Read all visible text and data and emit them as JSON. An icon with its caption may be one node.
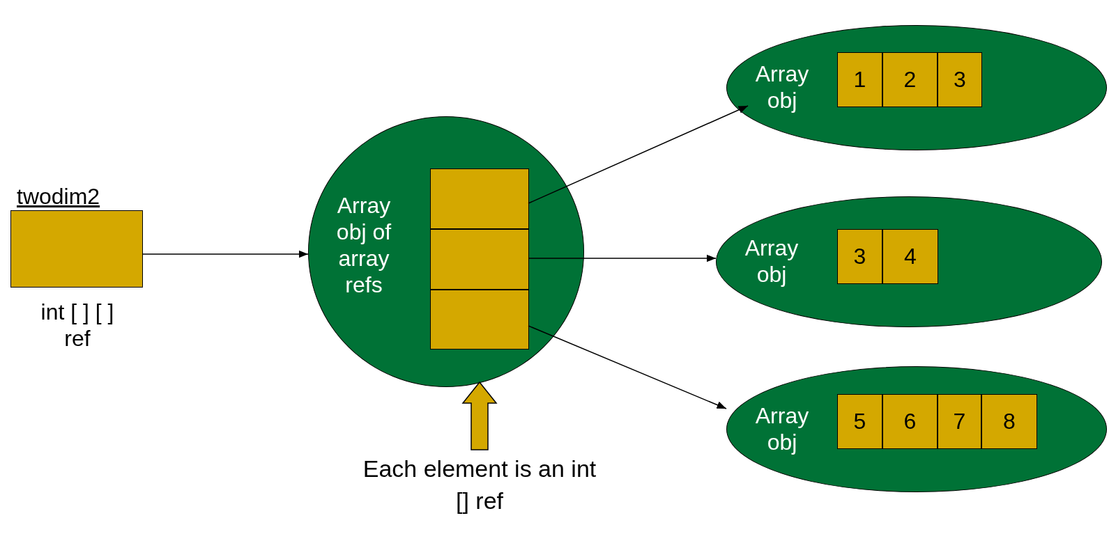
{
  "diagram": {
    "nodes": [
      {
        "text": [
          "twodim2"
        ],
        "beside": [
          "int [ ] [ ] ref"
        ]
      },
      {
        "text": [
          "Array obj of array refs"
        ]
      },
      {
        "text": [],
        "shape": "box",
        "in": 1
      },
      {
        "text": [],
        "shape": "box",
        "in": 1
      },
      {
        "text": [],
        "shape": "box",
        "in": 1
      },
      {
        "text": [
          "Array obj"
        ]
      },
      {
        "text": [
          "1"
        ],
        "in": 5
      },
      {
        "text": [
          "2"
        ],
        "in": 5
      },
      {
        "text": [
          "3"
        ],
        "in": 5
      },
      {
        "text": [
          "Array obj"
        ]
      },
      {
        "text": [
          "3"
        ],
        "in": 9
      },
      {
        "text": [
          "4"
        ],
        "in": 9
      },
      {
        "text": [
          "Array obj"
        ]
      },
      {
        "text": [
          "5"
        ],
        "in": 12
      },
      {
        "text": [
          "6"
        ],
        "in": 12
      },
      {
        "text": [
          "7"
        ],
        "in": 12
      },
      {
        "text": [
          "8"
        ],
        "in": 12
      },
      {
        "text": [
          "Each element is an int [] ref"
        ]
      }
    ],
    "edges": [
      {
        "from": 0,
        "to": 1,
        "arrow": "to"
      },
      {
        "from": 2,
        "to": 5,
        "arrow": "to"
      },
      {
        "from": 3,
        "to": 9,
        "arrow": "to"
      },
      {
        "from": 4,
        "to": 12,
        "arrow": "to"
      },
      {
        "from": 17,
        "to": 1,
        "arrow": "to",
        "style": "thick"
      }
    ]
  }
}
